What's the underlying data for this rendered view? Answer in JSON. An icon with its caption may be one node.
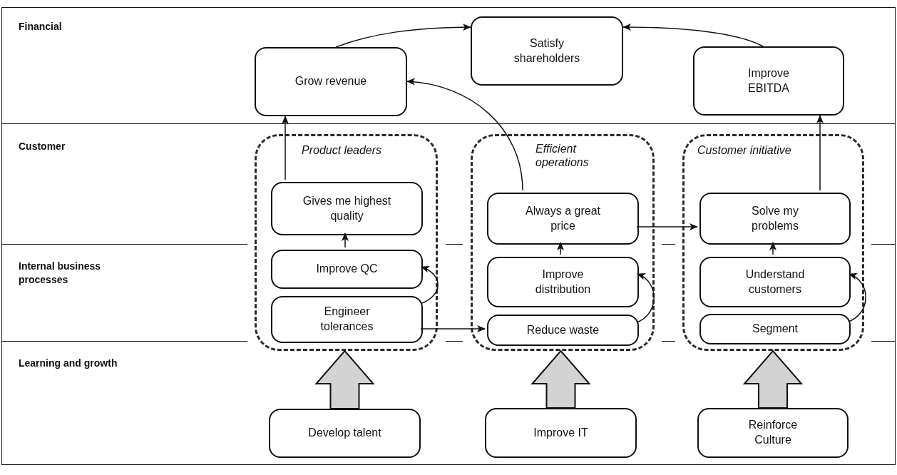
{
  "diagram": {
    "nodes": [
      {
        "text": [
          "Grow revenue"
        ]
      },
      {
        "text": [
          "Satisfy shareholders"
        ]
      },
      {
        "text": [
          "Improve EBITDA"
        ]
      },
      {
        "text": [
          "Product leaders"
        ]
      },
      {
        "text": [
          "Gives me highest quality"
        ],
        "in": 3
      },
      {
        "text": [
          "Improve QC"
        ],
        "in": 3
      },
      {
        "text": [
          "Engineer tolerances"
        ],
        "in": 3
      },
      {
        "text": [
          "Efficient operations"
        ]
      },
      {
        "text": [
          "Always a great price"
        ],
        "in": 7
      },
      {
        "text": [
          "Improve distribution"
        ],
        "in": 7
      },
      {
        "text": [
          "Reduce waste"
        ],
        "in": 7
      },
      {
        "text": [
          "Customer initiative"
        ]
      },
      {
        "text": [
          "Solve my problems"
        ],
        "in": 11
      },
      {
        "text": [
          "Understand customers"
        ],
        "in": 11
      },
      {
        "text": [
          "Segment"
        ],
        "in": 11
      },
      {
        "text": [
          "Develop talent"
        ]
      },
      {
        "text": [
          "Improve IT"
        ]
      },
      {
        "text": [
          "Reinforce Culture"
        ]
      }
    ],
    "edges": [
      {
        "from": 0,
        "to": 1,
        "arrow": "to"
      },
      {
        "from": 2,
        "to": 1,
        "arrow": "to"
      },
      {
        "from": 4,
        "to": 0,
        "arrow": "to"
      },
      {
        "from": 8,
        "to": 0,
        "arrow": "to"
      },
      {
        "from": 12,
        "to": 2,
        "arrow": "to"
      },
      {
        "from": 5,
        "to": 4,
        "arrow": "to"
      },
      {
        "from": 6,
        "to": 5,
        "arrow": "to"
      },
      {
        "from": 6,
        "to": 10,
        "arrow": "to"
      },
      {
        "from": 9,
        "to": 8,
        "arrow": "to"
      },
      {
        "from": 10,
        "to": 9,
        "arrow": "to"
      },
      {
        "from": 8,
        "to": 12,
        "arrow": "to"
      },
      {
        "from": 13,
        "to": 12,
        "arrow": "to"
      },
      {
        "from": 14,
        "to": 13,
        "arrow": "to"
      },
      {
        "from": 15,
        "to": 3,
        "arrow": "to",
        "style": "thick"
      },
      {
        "from": 16,
        "to": 7,
        "arrow": "to",
        "style": "thick"
      },
      {
        "from": 17,
        "to": 11,
        "arrow": "to",
        "style": "thick"
      }
    ],
    "labels": [
      "Financial",
      "Customer",
      "Internal business processes",
      "Learning and growth"
    ]
  }
}
